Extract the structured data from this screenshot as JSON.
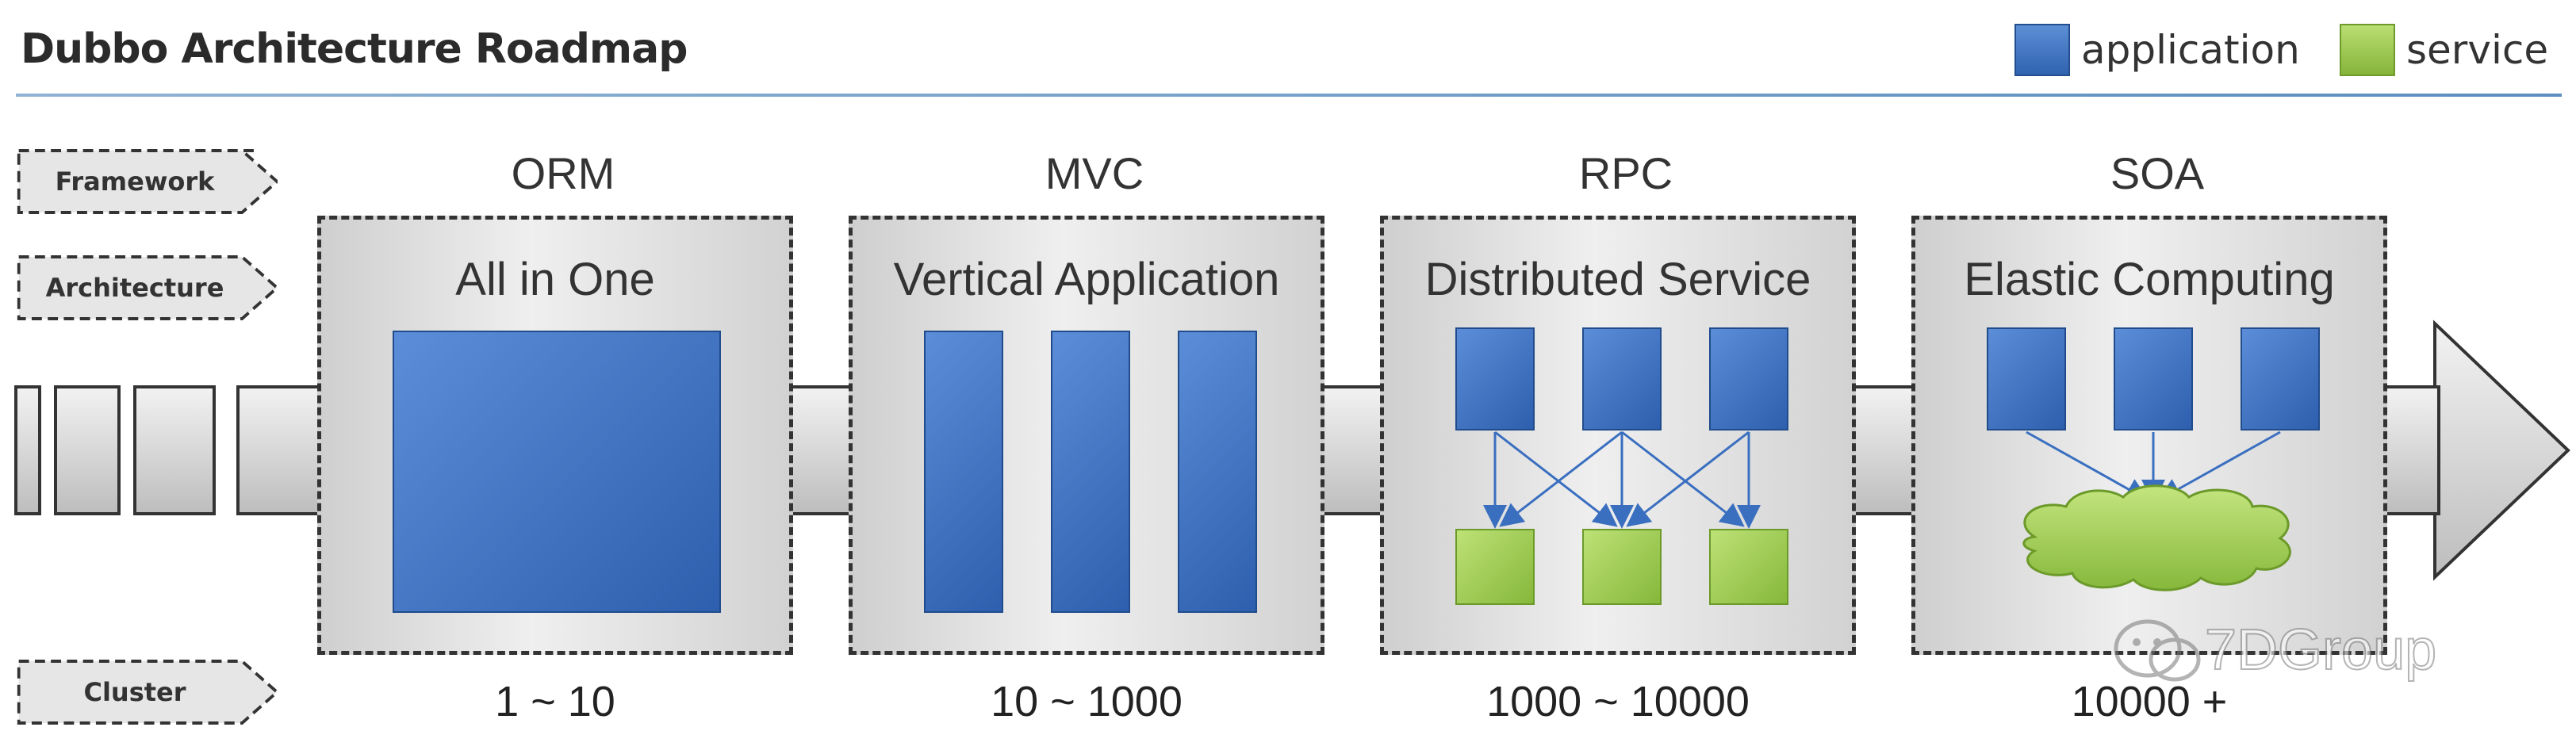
{
  "title": "Dubbo Architecture Roadmap",
  "legend": [
    {
      "label": "application",
      "color": "#3a6fc0"
    },
    {
      "label": "service",
      "color": "#9ccb4f"
    }
  ],
  "row_tags": {
    "framework": "Framework",
    "architecture": "Architecture",
    "cluster": "Cluster"
  },
  "stages": [
    {
      "framework": "ORM",
      "architecture": "All in One",
      "cluster": "1 ~ 10"
    },
    {
      "framework": "MVC",
      "architecture": "Vertical Application",
      "cluster": "10 ~ 1000"
    },
    {
      "framework": "RPC",
      "architecture": "Distributed Service",
      "cluster": "1000 ~ 10000"
    },
    {
      "framework": "SOA",
      "architecture": "Elastic Computing",
      "cluster": "10000 +"
    }
  ],
  "watermark": "7DGroup",
  "colors": {
    "application": "#3a6fc0",
    "service": "#9ccb4f",
    "border": "#333333"
  }
}
